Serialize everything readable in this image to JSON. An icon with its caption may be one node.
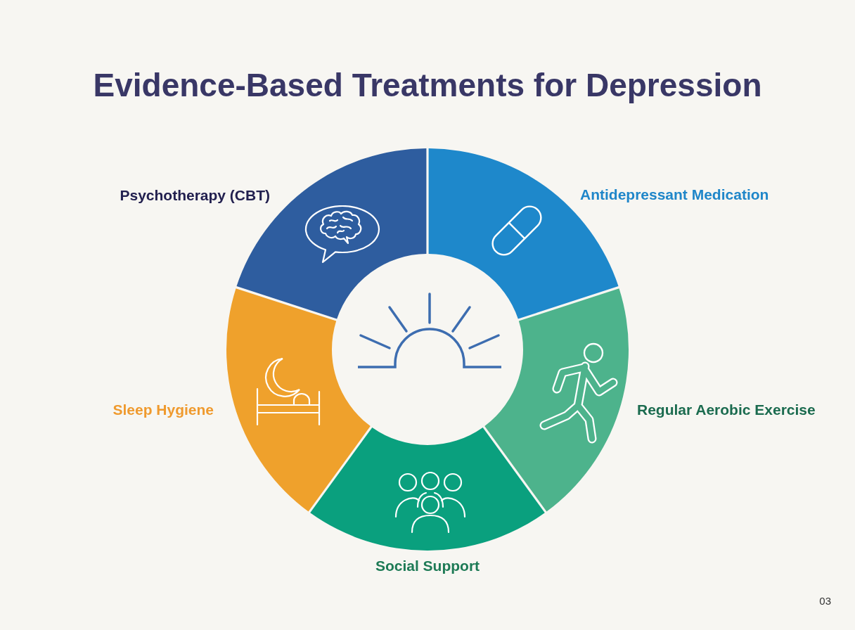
{
  "diagram": {
    "title": "Evidence-Based Treatments for Depression",
    "nodes": [
      {
        "text": [
          "Psychotherapy (CBT)"
        ]
      },
      {
        "text": [
          "Antidepressant Medication"
        ]
      },
      {
        "text": [
          "Sleep Hygiene"
        ]
      },
      {
        "text": [
          "Regular Aerobic Exercise"
        ]
      },
      {
        "text": [
          "Social Support"
        ]
      }
    ],
    "labels": [
      "03"
    ]
  }
}
